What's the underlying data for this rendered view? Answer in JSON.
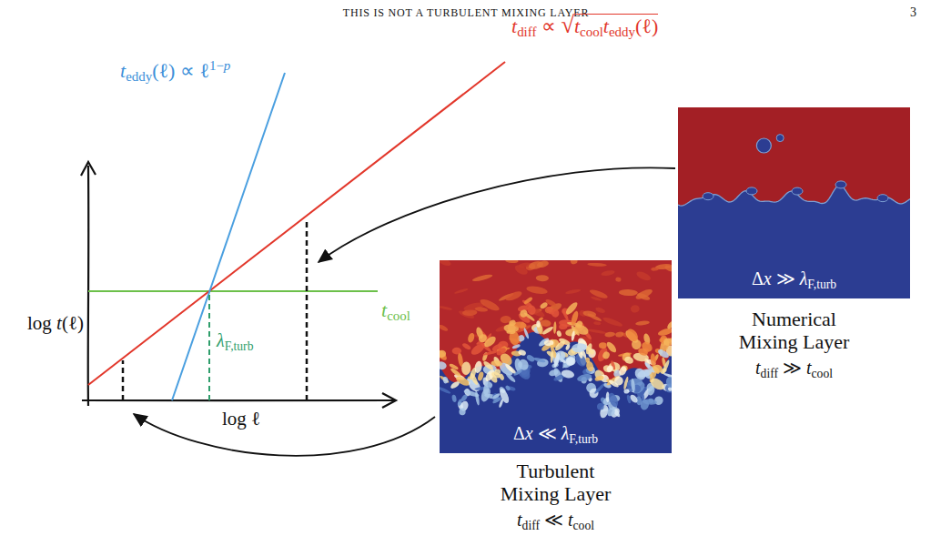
{
  "diagram": {
    "nodes": [
      {
        "text": [
          "Δx ≫ λF,turb",
          "Numerical Mixing Layer",
          "tdiff ≫ tcool"
        ]
      },
      {
        "text": [
          "Δx ≪ λF,turb",
          "Turbulent Mixing Layer",
          "tdiff ≪ tcool"
        ]
      }
    ],
    "labels": [
      "THIS IS NOT A TURBULENT MIXING LAYER",
      "3",
      "teddy(ℓ) ∝ ℓ1−p",
      "tdiff ∝ √tcoolteddy(ℓ)",
      "log t(ℓ)",
      "tcool",
      "λF,turb",
      "log ℓ"
    ]
  }
}
